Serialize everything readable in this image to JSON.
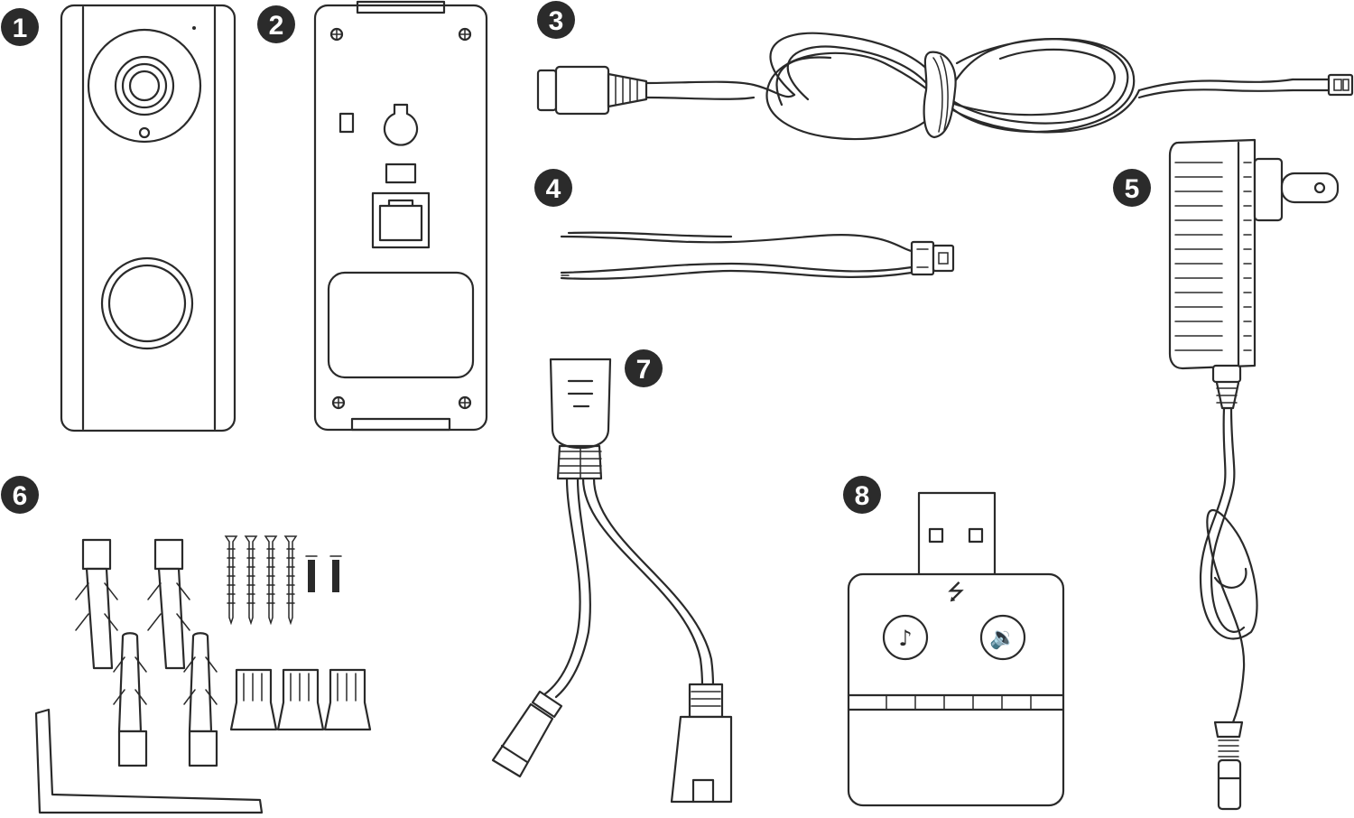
{
  "items": [
    {
      "number": "1",
      "icon": "doorbell-front-icon"
    },
    {
      "number": "2",
      "icon": "mounting-plate-icon"
    },
    {
      "number": "3",
      "icon": "power-cable-icon"
    },
    {
      "number": "4",
      "icon": "wire-lead-icon"
    },
    {
      "number": "5",
      "icon": "power-adapter-icon"
    },
    {
      "number": "6",
      "icon": "mounting-hardware-icon"
    },
    {
      "number": "7",
      "icon": "splitter-cable-icon"
    },
    {
      "number": "8",
      "icon": "chime-icon"
    }
  ],
  "chime": {
    "music_glyph": "♪",
    "speaker_glyph": "🔉",
    "usb_glyph": "⭍"
  },
  "colors": {
    "line": "#2a2a2a",
    "badge": "#2b2b2b",
    "background": "#ffffff"
  }
}
